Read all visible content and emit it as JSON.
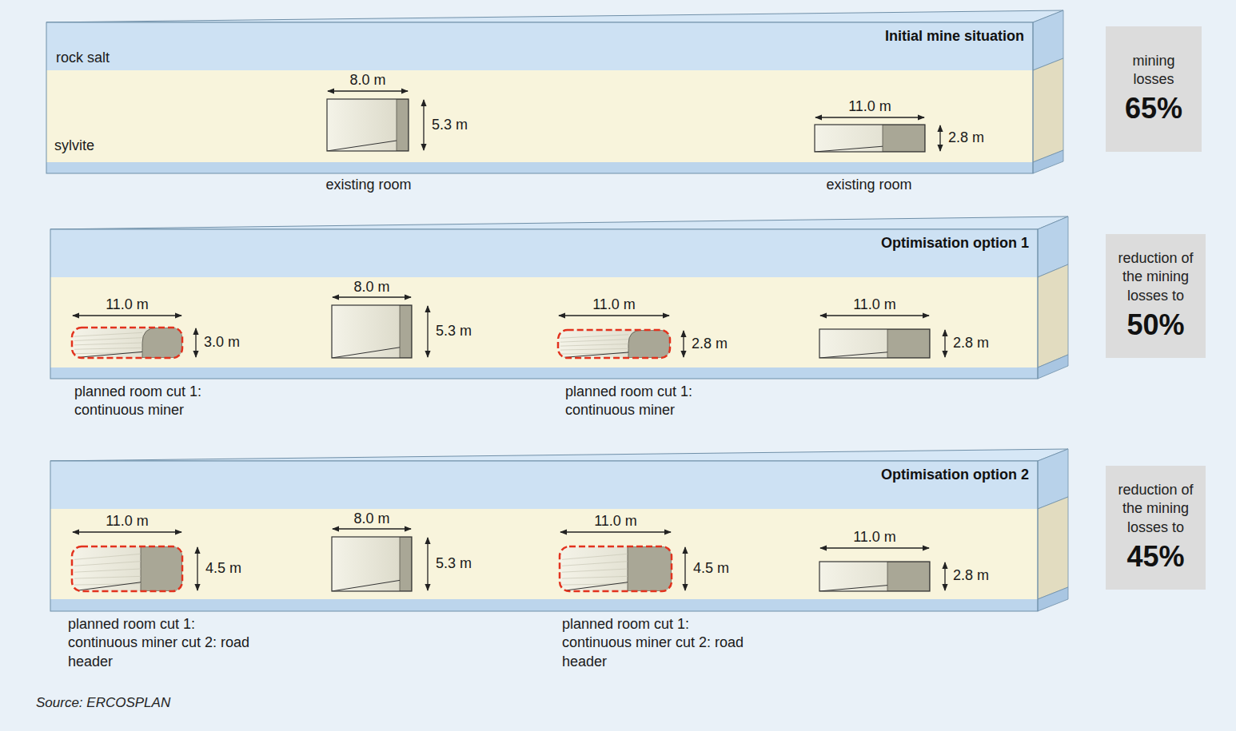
{
  "diagram": {
    "caption": "Source: ERCOSPLAN",
    "nodes": [
      {
        "text": [
          "Initial mine situation"
        ]
      },
      {
        "text": [
          "mining losses",
          "65%"
        ]
      },
      {
        "text": [
          "Optimisation option 1"
        ]
      },
      {
        "text": [
          "reduction of the mining losses to",
          "50%"
        ]
      },
      {
        "text": [
          "Optimisation option 2"
        ]
      },
      {
        "text": [
          "reduction of the mining losses to",
          "45%"
        ]
      }
    ],
    "labels": [
      "rock salt",
      "sylvite",
      "8.0 m",
      "5.3 m",
      "existing room",
      "11.0 m",
      "2.8 m",
      "existing room",
      "11.0 m",
      "3.0 m",
      "8.0 m",
      "5.3 m",
      "11.0 m",
      "2.8 m",
      "11.0 m",
      "2.8 m",
      "planned room cut 1: continuous miner",
      "planned room cut 1: continuous miner",
      "11.0 m",
      "4.5 m",
      "8.0 m",
      "5.3 m",
      "11.0 m",
      "4.5 m",
      "11.0 m",
      "2.8 m",
      "planned room cut 1: continuous miner cut 2: road header",
      "planned room cut 1: continuous miner cut 2: road header"
    ]
  }
}
